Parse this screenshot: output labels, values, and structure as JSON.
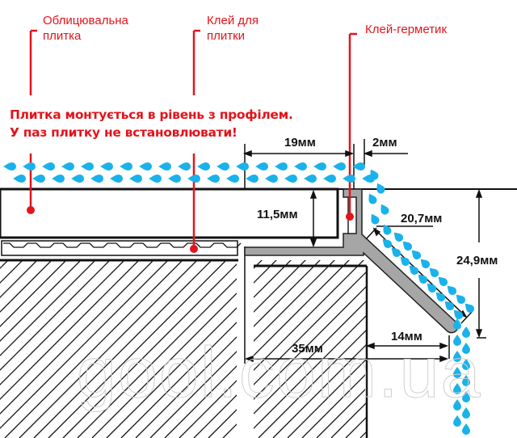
{
  "labels": {
    "tile": {
      "line1": "Облицювальна",
      "line2": "плитка"
    },
    "adhesive": {
      "line1": "Клей для",
      "line2": "плитки"
    },
    "sealant": "Клей-герметик"
  },
  "warning": {
    "line1": "Плитка монтується в рівень з профілем.",
    "line2": "У паз плитку не встановлювати!"
  },
  "dimensions": {
    "top_width": "19мм",
    "gap": "2мм",
    "tile_height": "11,5мм",
    "slope_length": "20,7мм",
    "total_height": "24,9мм",
    "overhang": "14мм",
    "total_depth": "35мм"
  },
  "watermark": "gool.com.ua",
  "colors": {
    "label_red": "#e3141b",
    "water_blue": "#1ab2ea",
    "profile_gray": "#a6a6a6",
    "line_black": "#111111"
  }
}
